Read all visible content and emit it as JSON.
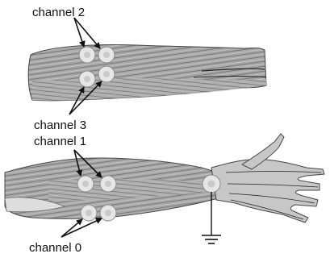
{
  "labels": {
    "channel_2": "channel 2",
    "channel_3": "channel 3",
    "channel_1": "channel 1",
    "channel_0": "channel 0"
  },
  "colors": {
    "muscle_fill": "#9a9a9a",
    "muscle_dark": "#4a4a4a",
    "electrode": "#e6e6e6",
    "ink": "#111111"
  },
  "icons": {
    "ground": "ground-symbol-icon",
    "electrode": "electrode-disc-icon"
  }
}
